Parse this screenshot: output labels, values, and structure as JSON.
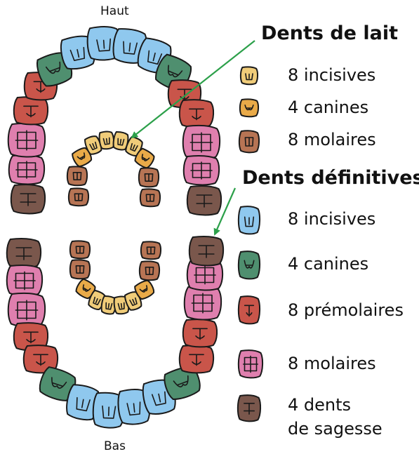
{
  "labels": {
    "top": "Haut",
    "bottom": "Bas"
  },
  "milk_teeth": {
    "heading": "Dents de lait",
    "items": [
      {
        "text": "8 incisives",
        "type": "milk_incisor"
      },
      {
        "text": "4 canines",
        "type": "milk_canine"
      },
      {
        "text": "8 molaires",
        "type": "milk_molar"
      }
    ]
  },
  "permanent_teeth": {
    "heading": "Dents définitives",
    "items": [
      {
        "text": "8 incisives",
        "type": "incisor"
      },
      {
        "text": "4 canines",
        "type": "canine"
      },
      {
        "text": "8 prémolaires",
        "type": "premolar"
      },
      {
        "text": "8 molaires",
        "type": "molar"
      },
      {
        "text": "4 dents",
        "text2": "de sagesse",
        "type": "wisdom"
      }
    ]
  },
  "colors": {
    "incisor": "#8fc8ee",
    "canine": "#4f8f6f",
    "premolar": "#c9554a",
    "molar": "#df7fae",
    "wisdom": "#7a574c",
    "milk_incisor": "#f0cc79",
    "milk_canine": "#e9aa48",
    "milk_molar": "#b77454",
    "arrow": "#2ca04a",
    "outline": "#1a1a1a"
  }
}
